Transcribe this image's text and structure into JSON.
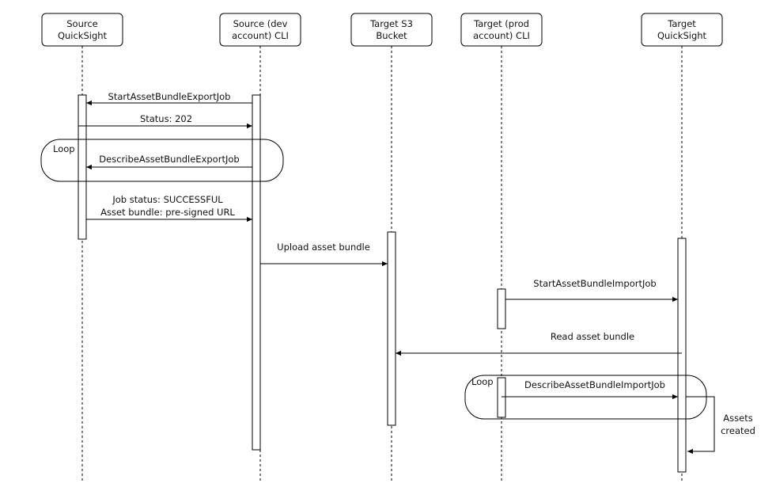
{
  "participants": [
    {
      "id": "source_qs",
      "lines": [
        "Source",
        "QuickSight"
      ]
    },
    {
      "id": "source_cli",
      "lines": [
        "Source (dev",
        "account) CLI"
      ]
    },
    {
      "id": "target_s3",
      "lines": [
        "Target S3",
        "Bucket"
      ]
    },
    {
      "id": "target_cli",
      "lines": [
        "Target (prod",
        "account) CLI"
      ]
    },
    {
      "id": "target_qs",
      "lines": [
        "Target",
        "QuickSight"
      ]
    }
  ],
  "messages": {
    "start_export": "StartAssetBundleExportJob",
    "status_202": "Status: 202",
    "describe_export": "DescribeAssetBundleExportJob",
    "job_status": "Job status: SUCCESSFUL",
    "asset_bundle_url": "Asset bundle: pre-signed URL",
    "upload_bundle": "Upload asset bundle",
    "start_import": "StartAssetBundleImportJob",
    "read_bundle": "Read asset bundle",
    "describe_import": "DescribeAssetBundleImportJob",
    "assets_created_1": "Assets",
    "assets_created_2": "created"
  },
  "loops": {
    "export_loop_label": "Loop",
    "import_loop_label": "Loop"
  }
}
